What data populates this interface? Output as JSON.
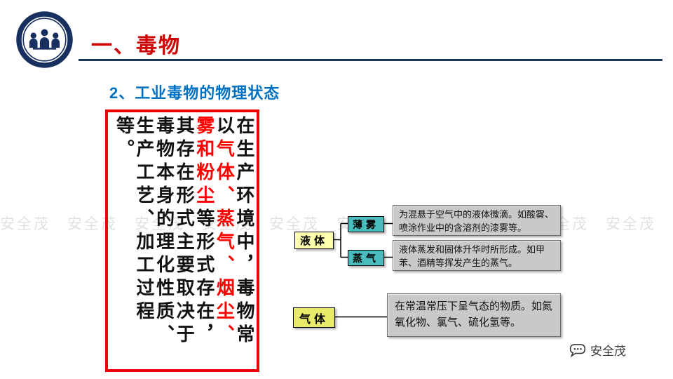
{
  "header": {
    "title": "一、毒物",
    "subtitle": "2、工业毒物的物理状态"
  },
  "intro": {
    "part1": "在生产环境中，毒物常以",
    "highlight": "气体、蒸气、烟尘、雾和粉尘",
    "part2": "等形式存在，其存在形式主要取决于毒物本身的理化性质、生产工艺、加工过程等。"
  },
  "diagram": {
    "liquid": {
      "label": "液体"
    },
    "mist": {
      "label": "薄雾",
      "desc": "为混悬于空气中的液体微滴。如酸雾、喷涂作业中的含溶剂的漆雾等。"
    },
    "vapor": {
      "label": "蒸气",
      "desc": "液体蒸发和固体升华时所形成。如甲苯、酒精等挥发产生的蒸气。"
    },
    "gas": {
      "label": "气体",
      "desc": "在常温常压下呈气态的物质。如氮氧化物、氯气、硫化氢等。"
    }
  },
  "watermark": "安全茂　安全茂　安全茂　安全茂　安全茂　安全茂　安全茂　安全茂　安全茂　安全茂",
  "footer": {
    "brand": "安全茂"
  },
  "icons": {
    "logo": "people-logo-icon",
    "brand": "chat-bubble-icon"
  },
  "colors": {
    "title_red": "#ce0000",
    "highlight_red": "#ff0000",
    "subtitle_blue": "#0070c0",
    "navy_line": "#1f3864",
    "teal_node": "#49bdbd",
    "liquid_yellow": "#ffffb0",
    "gas_yellow": "#e9e96a",
    "desc_gray": "#c9c9c9",
    "border_red": "#ee0000"
  }
}
